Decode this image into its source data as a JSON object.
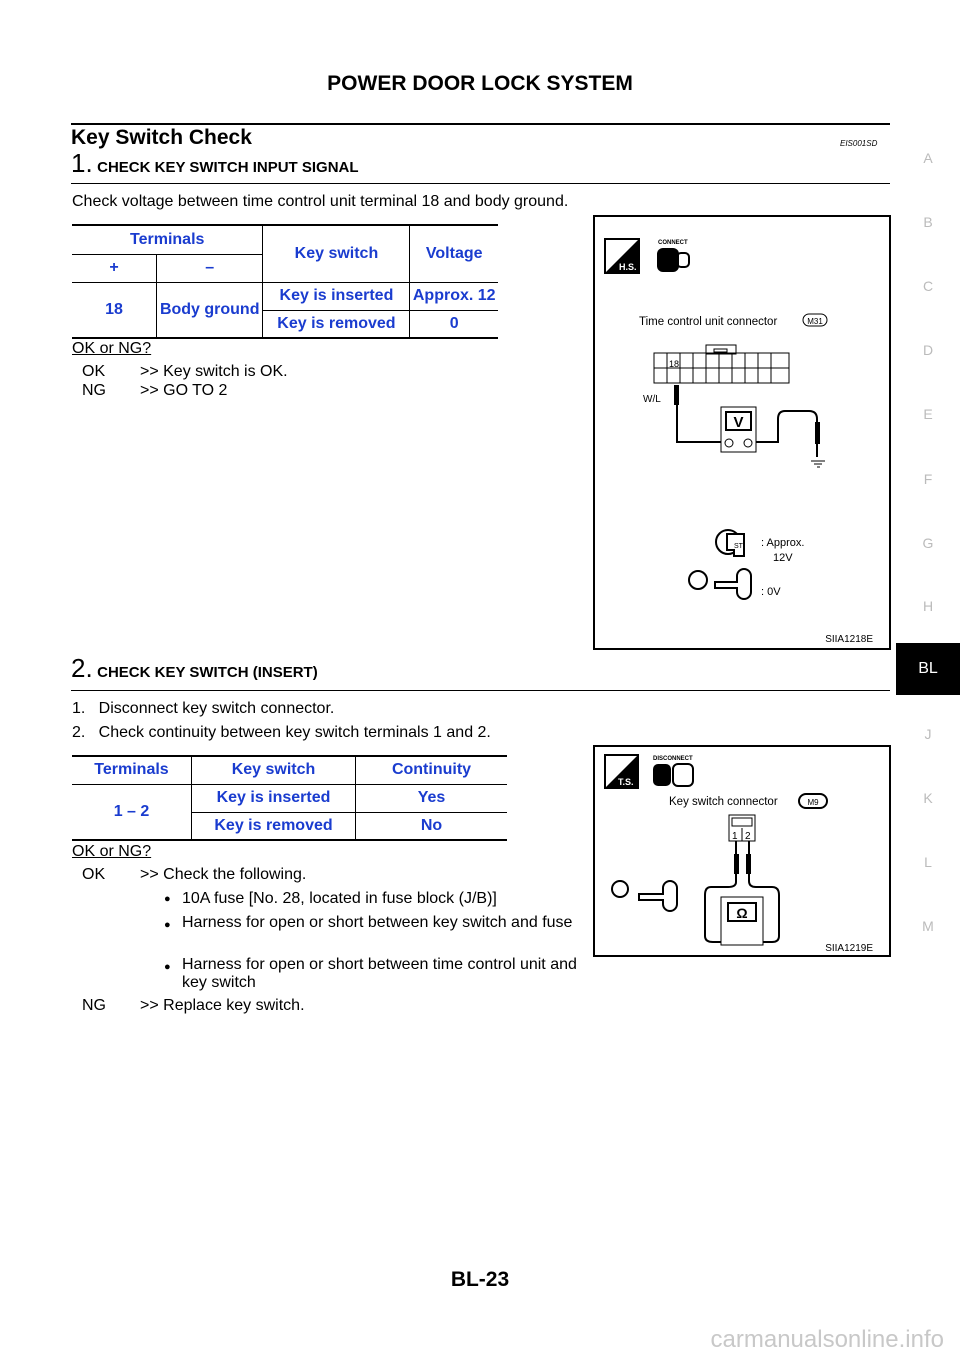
{
  "header": {
    "title": "POWER DOOR LOCK SYSTEM"
  },
  "section": {
    "title": "Key Switch Check",
    "code": "EIS001SD"
  },
  "step1": {
    "num": "1.",
    "title": "CHECK KEY SWITCH INPUT SIGNAL",
    "instruction": "Check voltage between time control unit terminal 18 and body ground.",
    "table": {
      "h_terminals": "Terminals",
      "h_plus": "+",
      "h_minus": "–",
      "h_key": "Key switch",
      "h_voltage": "Voltage",
      "plus": "18",
      "minus": "Body ground",
      "rows": [
        {
          "key": "Key is inserted",
          "value": "Approx. 12"
        },
        {
          "key": "Key is removed",
          "value": "0"
        }
      ]
    },
    "question": "OK or NG?",
    "ok_label": "OK",
    "ok_text": ">> Key switch is OK.",
    "ng_label": "NG",
    "ng_text": ">> GO TO 2",
    "figure": {
      "connect": "CONNECT",
      "hs": "H.S.",
      "connector_label": "Time control unit connector",
      "connector_id": "M31",
      "terminal": "18",
      "wire": "W/L",
      "meter": "V",
      "approx": ": Approx.",
      "approx_v": "12V",
      "zero": ": 0V",
      "st": "ST",
      "fig_id": "SIIA1218E"
    }
  },
  "step2": {
    "num": "2.",
    "title": "CHECK KEY SWITCH (INSERT)",
    "items": [
      "1.   Disconnect key switch connector.",
      "2.   Check continuity between key switch terminals 1 and 2."
    ],
    "table": {
      "h_terminals": "Terminals",
      "h_key": "Key switch",
      "h_cont": "Continuity",
      "terminals": "1 – 2",
      "rows": [
        {
          "key": "Key is inserted",
          "value": "Yes"
        },
        {
          "key": "Key is removed",
          "value": "No"
        }
      ]
    },
    "question": "OK or NG?",
    "ok_label": "OK",
    "ok_text": ">> Check the following.",
    "bullets": [
      "10A fuse [No. 28, located in fuse block (J/B)]",
      "Harness for open or short between key switch and fuse",
      "Harness for open or short between time control unit and key switch"
    ],
    "ng_label": "NG",
    "ng_text": ">> Replace key switch.",
    "figure": {
      "disconnect": "DISCONNECT",
      "ts": "T.S.",
      "connector_label": "Key switch connector",
      "connector_id": "M9",
      "t1": "1",
      "t2": "2",
      "meter": "Ω",
      "fig_id": "SIIA1219E"
    }
  },
  "side_index": [
    "A",
    "B",
    "C",
    "D",
    "E",
    "F",
    "G",
    "H",
    "BL",
    "J",
    "K",
    "L",
    "M"
  ],
  "side_active": "BL",
  "footer": {
    "page": "BL-23"
  },
  "watermark": "carmanualsonline.info",
  "colors": {
    "table_text": "#1a3ccf"
  }
}
